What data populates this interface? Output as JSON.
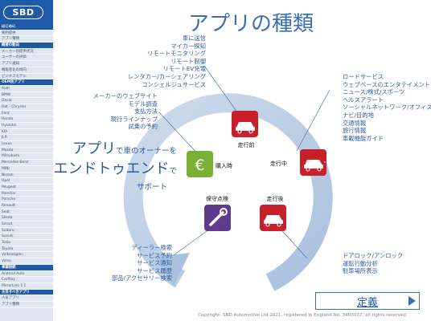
{
  "logo": "SBD",
  "sidebar": [
    {
      "label": "はじめに",
      "kind": "head"
    },
    {
      "label": "要約提供",
      "kind": "item"
    },
    {
      "label": "アプリ種類",
      "kind": "item"
    },
    {
      "label": "概要の動向",
      "kind": "head"
    },
    {
      "label": "メーカー別提供状況",
      "kind": "item"
    },
    {
      "label": "ユーザーの評価",
      "kind": "item"
    },
    {
      "label": "アプリ通知",
      "kind": "item"
    },
    {
      "label": "機能進化の傾向",
      "kind": "item"
    },
    {
      "label": "ビジネスモデル",
      "kind": "item"
    },
    {
      "label": "OEM別アプリ",
      "kind": "head"
    },
    {
      "label": "Audi",
      "kind": "item"
    },
    {
      "label": "BMW",
      "kind": "item"
    },
    {
      "label": "Dacia",
      "kind": "item"
    },
    {
      "label": "Fiat - Chrysler",
      "kind": "item"
    },
    {
      "label": "Ford",
      "kind": "item"
    },
    {
      "label": "Honda",
      "kind": "item"
    },
    {
      "label": "Hyundai",
      "kind": "item"
    },
    {
      "label": "KIA",
      "kind": "item"
    },
    {
      "label": "JLR",
      "kind": "item"
    },
    {
      "label": "Lexus",
      "kind": "item"
    },
    {
      "label": "Mazda",
      "kind": "item"
    },
    {
      "label": "Mitsubishi",
      "kind": "item"
    },
    {
      "label": "Mercedes-Benz",
      "kind": "item"
    },
    {
      "label": "MINI",
      "kind": "item"
    },
    {
      "label": "Nissan",
      "kind": "item"
    },
    {
      "label": "Opel",
      "kind": "item"
    },
    {
      "label": "Peugeot",
      "kind": "item"
    },
    {
      "label": "Polestar",
      "kind": "item"
    },
    {
      "label": "Porsche",
      "kind": "item"
    },
    {
      "label": "Renault",
      "kind": "item"
    },
    {
      "label": "Seat",
      "kind": "item"
    },
    {
      "label": "Skoda",
      "kind": "item"
    },
    {
      "label": "Smart",
      "kind": "item"
    },
    {
      "label": "Subaru",
      "kind": "item"
    },
    {
      "label": "Suzuki",
      "kind": "item"
    },
    {
      "label": "Tesla",
      "kind": "item"
    },
    {
      "label": "Toyota",
      "kind": "item"
    },
    {
      "label": "Volkswagen",
      "kind": "item"
    },
    {
      "label": "Volvo",
      "kind": "item"
    },
    {
      "label": "車載接続",
      "kind": "head"
    },
    {
      "label": "Android Auto",
      "kind": "item"
    },
    {
      "label": "CarPlay",
      "kind": "item"
    },
    {
      "label": "MirrorLink 1.1",
      "kind": "item"
    },
    {
      "label": "注目すべきアプリ",
      "kind": "head"
    },
    {
      "label": "人気アプリ",
      "kind": "item"
    },
    {
      "label": "アプリ種類",
      "kind": "item"
    }
  ],
  "title": "アプリの種類",
  "hero": {
    "line1_big": "アプリ",
    "line1_small": "で車のオーナーを",
    "line2_big": "エンドトゥエンド",
    "line2_small": "で",
    "line3": "サポート"
  },
  "lists": {
    "top": [
      "車に送信",
      "マイカー探知",
      "リモートモニタリング",
      "リモート制御",
      "リモートEV充電",
      "レンタカー/カーシェアリング",
      "コンシェルジュサービス"
    ],
    "left": [
      "メーカーのウェブサイト",
      "モデル調査",
      "支払方法",
      "現行ラインナップ",
      "試乗の予約"
    ],
    "right": [
      "ロードサービス",
      "ウェブベースのエンタテイメント",
      "ニュース/株式/スポーツ",
      "ヘルスアラート",
      "ソーシャルネットワーク/オフィス",
      "ナビ/目的地",
      "交通情報",
      "旅行情報",
      "車載機能ガイド"
    ],
    "bottom_left": [
      "ディーラー検索",
      "サービス予約",
      "サービス通知",
      "サービス履歴",
      "部品/アクセサリー検索"
    ],
    "bottom_right": [
      "ドアロック/アンロック",
      "運転行動分析",
      "駐車場所表示"
    ]
  },
  "stages": {
    "pre_drive": "走行前",
    "driving": "走行中",
    "post_drive": "走行後",
    "maintenance": "保守点検",
    "purchase": "購入時"
  },
  "icons": {
    "purchase": "euro-icon",
    "pre_drive": "car-lock-icon",
    "driving": "car-moving-icon",
    "post_drive": "car-parked-icon",
    "maintenance": "wrench-icon"
  },
  "colors": {
    "red": "#c8202a",
    "green": "#7ab135",
    "purple": "#5f3b8c",
    "ring": "#b9cde6",
    "text_blue": "#2b5c9e",
    "title_blue": "#3c6fb0",
    "sidebar_blue": "#1f5aa8"
  },
  "definition_button": "定義",
  "footer": "Copyright: SBD Automotive Ltd 2021, registered in England No. 3403037, all rights reserved."
}
